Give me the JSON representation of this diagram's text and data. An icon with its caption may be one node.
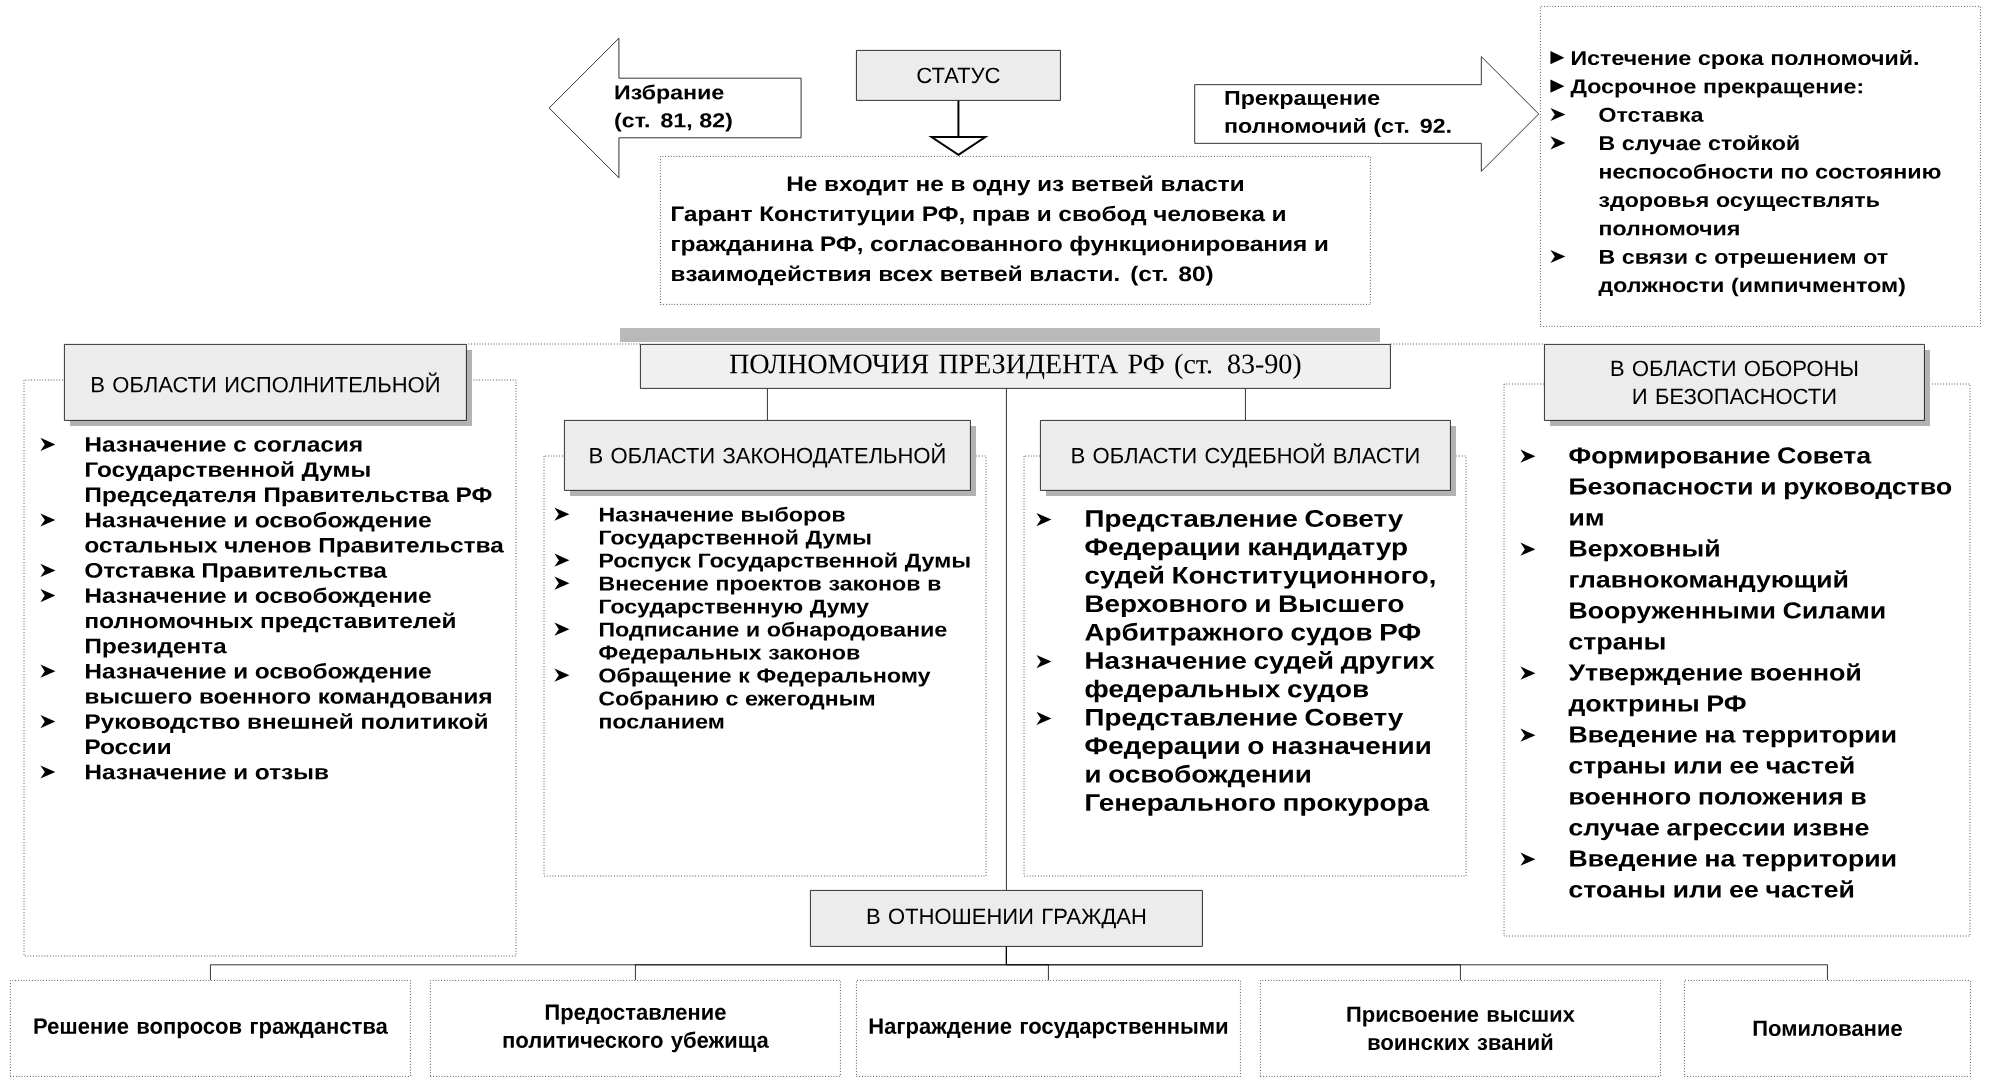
{
  "diagram": {
    "nodes": [
      {
        "text": [
          "СТАТУС"
        ]
      },
      {
        "text": [
          "Избрание (ст. 81, 82)"
        ]
      },
      {
        "text": [
          "Прекращение полномочий (ст. 92."
        ]
      },
      {
        "text": [
          "Не входит не в одну из ветвей власти",
          "Гарант Конституции РФ, прав и свобод человека и гражданина РФ, согласованного функционирования и взаимодействия всех ветвей власти. (ст. 80)"
        ]
      },
      {
        "text": [
          "Истечение срока полномочий.",
          "Досрочное прекращение:",
          "Отставка",
          "В случае стойкой неспособности по состоянию здоровья осуществлять полномочия",
          "В связи с отрешением от должности (импичментом)"
        ]
      },
      {
        "text": [
          "ПОЛНОМОЧИЯ ПРЕЗИДЕНТА РФ (ст. 83-90)"
        ]
      },
      {
        "text": [
          "В ОБЛАСТИ ИСПОЛНИТЕЛЬНОЙ",
          "Назначение с согласия Государственной Думы Председателя Правительства РФ",
          "Назначение и освобождение остальных членов Правительства",
          "Отставка Правительства",
          "Назначение и освобождение полномочных представителей Президента",
          "Назначение и освобождение высшего военного командования",
          "Руководство внешней политикой России",
          "Назначение и отзыв"
        ]
      },
      {
        "text": [
          "В ОБЛАСТИ ЗАКОНОДАТЕЛЬНОЙ",
          "Назначение выборов Государственной Думы",
          "Роспуск Государственной Думы",
          "Внесение проектов законов в Государственную Думу",
          "Подписание и обнародование Федеральных законов",
          "Обращение к Федеральному Собранию с ежегодным посланием"
        ]
      },
      {
        "text": [
          "В ОБЛАСТИ СУДЕБНОЙ ВЛАСТИ",
          "Представление Совету Федерации кандидатур судей Конституционного, Верховного и Высшего Арбитражного судов РФ",
          "Назначение судей других федеральных судов",
          "Представление Совету Федерации о назначении и освобождении Генерального прокурора"
        ]
      },
      {
        "text": [
          "В ОБЛАСТИ ОБОРОНЫ И БЕЗОПАСНОСТИ",
          "Формирование Совета Безопасности и руководство им",
          "Верховный главнокомандующий Вооруженными Силами страны",
          "Утверждение военной доктрины РФ",
          "Введение на территории страны или ее частей военного положения в случае агрессии извне",
          "Введение на территории стоаны или ее частей"
        ]
      },
      {
        "text": [
          "В ОТНОШЕНИИ ГРАЖДАН"
        ]
      },
      {
        "text": [
          "Решение вопросов гражданства"
        ]
      },
      {
        "text": [
          "Предоставление политического убежища"
        ]
      },
      {
        "text": [
          "Награждение государственными"
        ]
      },
      {
        "text": [
          "Присвоение высших воинских званий"
        ]
      },
      {
        "text": [
          "Помилование"
        ]
      }
    ],
    "edges": [
      {
        "from": 0,
        "to": 3,
        "arrow": "to"
      },
      {
        "from": 5,
        "to": 6,
        "arrow": "none",
        "style": "dashed"
      },
      {
        "from": 5,
        "to": 7,
        "arrow": "none"
      },
      {
        "from": 5,
        "to": 8,
        "arrow": "none"
      },
      {
        "from": 5,
        "to": 9,
        "arrow": "none",
        "style": "dashed"
      },
      {
        "from": 5,
        "to": 10,
        "arrow": "none"
      },
      {
        "from": 10,
        "to": 11,
        "arrow": "none"
      },
      {
        "from": 10,
        "to": 12,
        "arrow": "none"
      },
      {
        "from": 10,
        "to": 13,
        "arrow": "none"
      },
      {
        "from": 10,
        "to": 14,
        "arrow": "none"
      },
      {
        "from": 10,
        "to": 15,
        "arrow": "none"
      }
    ]
  }
}
